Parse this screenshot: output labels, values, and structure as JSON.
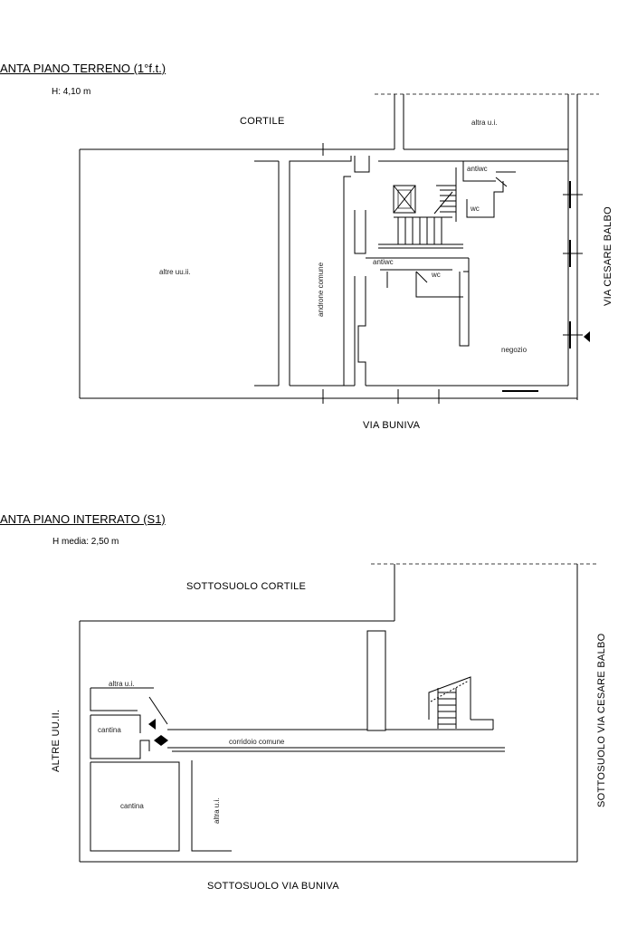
{
  "ground_floor": {
    "title": "ANTA PIANO TERRENO (1°f.t.)",
    "height": "H: 4,10 m",
    "cortile": "CORTILE",
    "altra_ui": "altra u.i.",
    "altre_uuii": "altre uu.ii.",
    "androne": "androne comune",
    "antiwc_top": "antiwc",
    "wc_top": "wc",
    "antiwc_mid": "antiwc",
    "wc_mid": "wc",
    "negozio": "negozio",
    "via_buniva": "VIA BUNIVA",
    "via_cesare_balbo": "VIA CESARE BALBO"
  },
  "basement": {
    "title": "ANTA PIANO INTERRATO (S1)",
    "height": "H media: 2,50 m",
    "sottosuolo_cortile": "SOTTOSUOLO  CORTILE",
    "altre_uuii": "ALTRE UU.II.",
    "altra_ui_top": "altra u.i.",
    "cantina_small": "cantina",
    "cantina_big": "cantina",
    "altra_ui_vert": "altra u.i.",
    "corridoio": "corridoio   comune",
    "sottosuolo_via_buniva": "SOTTOSUOLO  VIA BUNIVA",
    "sottosuolo_via_cesare_balbo": "SOTTOSUOLO  VIA CESARE BALBO"
  }
}
